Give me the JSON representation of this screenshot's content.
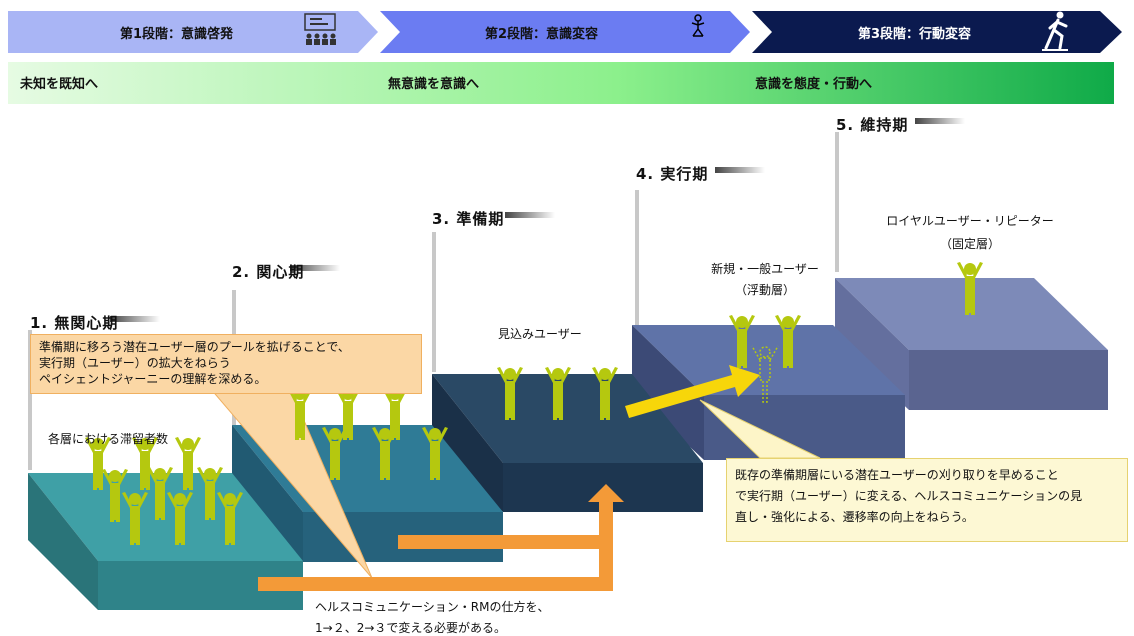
{
  "stages": [
    {
      "label": "第1段階：意識啓発",
      "icon": "audience-icon"
    },
    {
      "label": "第2段階：意識変容",
      "icon": "person-icon"
    },
    {
      "label": "第3段階：行動変容",
      "icon": "runner-icon"
    }
  ],
  "goals": [
    "未知を既知へ",
    "無意識を意識へ",
    "意識を態度・行動へ"
  ],
  "steps": [
    "1. 無関心期",
    "2. 関心期",
    "3. 準備期",
    "4. 実行期",
    "5. 維持期"
  ],
  "labels": {
    "stay_count": "各層における滞留者数",
    "prospect": "見込みユーザー",
    "new_user_1": "新規・一般ユーザー",
    "new_user_2": "（浮動層）",
    "loyal_1": "ロイヤルユーザー・リピーター",
    "loyal_2": "（固定層）",
    "bottom_1": "ヘルスコミュニケーション・RMの仕方を、",
    "bottom_2": "1→２、2→３で変える必要がある。"
  },
  "callouts": {
    "left": [
      "準備期に移ろう潜在ユーザー層のプールを拡げることで、",
      "実行期（ユーザー）の拡大をねらう",
      "ペイシェントジャーニーの理解を深める。"
    ],
    "right": [
      "既存の準備期層にいる潜在ユーザーの刈り取りを早めること",
      "で実行期（ユーザー）に変える、ヘルスコミュニケーションの見",
      "直し・強化による、遷移率の向上をねらう。"
    ]
  },
  "colors": {
    "figure": "#b5c80f",
    "arrow_orange": "#f39a38",
    "arrow_yellow": "#f7d60a"
  }
}
